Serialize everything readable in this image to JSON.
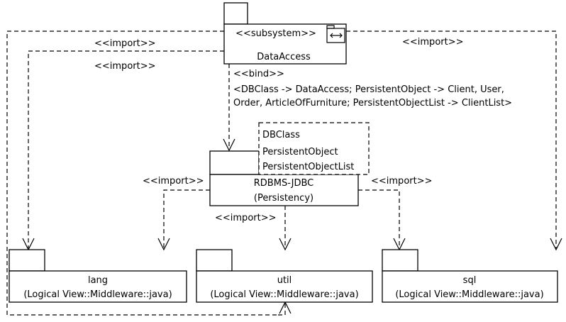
{
  "packages": {
    "data_access": {
      "stereotype": "<<subsystem>>",
      "name": "DataAccess"
    },
    "rdbms": {
      "name": "RDBMS-JDBC",
      "sub": "(Persistency)"
    },
    "lang": {
      "name": "lang",
      "sub": "(Logical View::Middleware::java)"
    },
    "util": {
      "name": "util",
      "sub": "(Logical View::Middleware::java)"
    },
    "sql": {
      "name": "sql",
      "sub": "(Logical View::Middleware::java)"
    }
  },
  "template_params": [
    "DBClass",
    "PersistentObject",
    "PersistentObjectList"
  ],
  "bind": {
    "label": "<<bind>>",
    "lines": [
      "<DBClass -> DataAccess; PersistentObject -> Client, User,",
      "Order, ArticleOfFurniture; PersistentObjectList -> ClientList>"
    ]
  },
  "labels": {
    "import_left_top": "<<import>>",
    "import_left_2": "<<import>>",
    "import_right_top": "<<import>>",
    "import_rdbms_left": "<<import>>",
    "import_rdbms_mid": "<<import>>",
    "import_rdbms_right": "<<import>>"
  }
}
